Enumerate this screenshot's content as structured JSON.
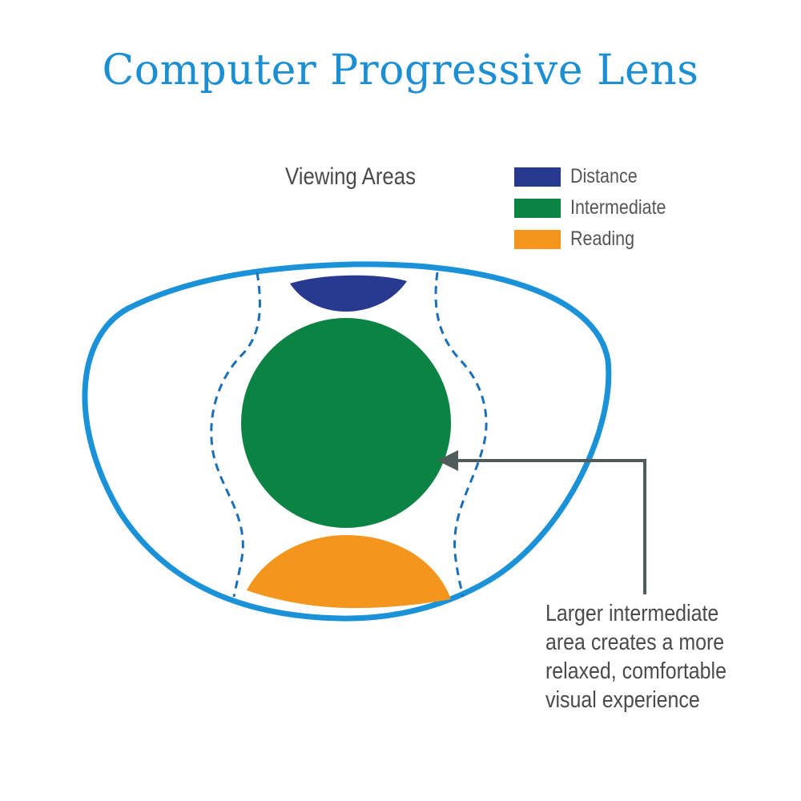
{
  "title": "Computer Progressive Lens",
  "viewing_areas_label": "Viewing Areas",
  "legend": [
    {
      "label": "Distance",
      "color": "#283a90"
    },
    {
      "label": "Intermediate",
      "color": "#0b8342"
    },
    {
      "label": "Reading",
      "color": "#f4951d"
    }
  ],
  "callout_lines": [
    "Larger intermediate",
    "area creates a more",
    "relaxed, comfortable",
    "visual experience"
  ],
  "colors": {
    "title": "#1c8fd2",
    "lens_outline": "#1b92d8",
    "corridor_dash": "#1b6fb7",
    "arrow": "#4f5b5a"
  }
}
